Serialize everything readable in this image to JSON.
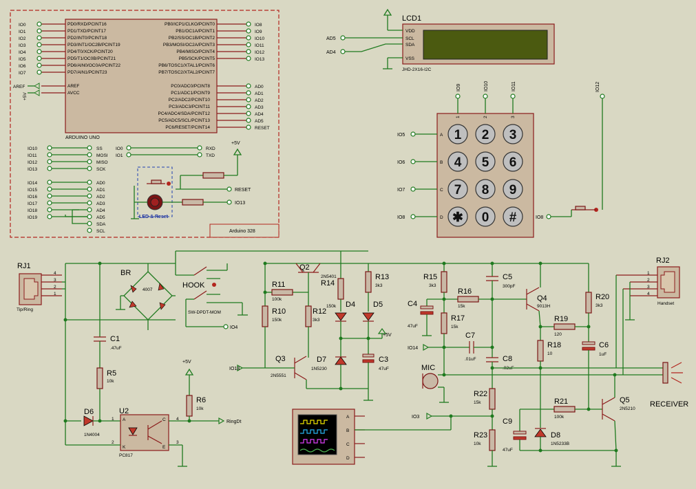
{
  "arduino": {
    "title": "ARDUINO UNO",
    "frame_label": "Arduino 328",
    "left_pins": [
      "PD0/RXD/PCINT16",
      "PD1/TXD/PCINT17",
      "PD2/INT0/PCINT18",
      "PD3/INT1/OC2B/PCINT19",
      "PD4/T0/XCK/PCINT20",
      "PD5/T1/OC0B/PCINT21",
      "PD6/AIN0/OC0A/PCINT22",
      "PD7/AIN1/PCINT23"
    ],
    "left_nets": [
      "IO0",
      "IO1",
      "IO2",
      "IO3",
      "IO4",
      "IO5",
      "IO6",
      "IO7"
    ],
    "right_pins": [
      "PB0/ICP1/CLKO/PCINT0",
      "PB1/OC1A/PCINT1",
      "PB2/SS/OC1B/PCINT2",
      "PB3/MOSI/OC2A/PCINT3",
      "PB4/MISO/PCINT4",
      "PB5/SCK/PCINT5",
      "PB6/TOSC1/XTAL1/PCINT6",
      "PB7/TOSC2/XTAL2/PCINT7"
    ],
    "right_nets": [
      "IO8",
      "IO9",
      "IO10",
      "IO11",
      "IO12",
      "IO13"
    ],
    "aref_pins": [
      "AREF",
      "AVCC"
    ],
    "aref_nets": [
      "AREF",
      "+5V"
    ],
    "analog_pins": [
      "PC0/ADC0/PCINT8",
      "PC1/ADC1/PCINT9",
      "PC2/ADC2/PCINT10",
      "PC3/ADC3/PCINT11",
      "PC4/ADC4/SDA/PCINT12",
      "PC5/ADC5/SCL/PCINT13",
      "PC6/RESET/PCINT14"
    ],
    "analog_nets": [
      "AD0",
      "AD1",
      "AD2",
      "AD3",
      "AD4",
      "AD5",
      "RESET"
    ]
  },
  "spi_map": {
    "left": [
      "IO10",
      "IO11",
      "IO12",
      "IO13"
    ],
    "right": [
      "SS",
      "MOSI",
      "MISO",
      "SCK"
    ]
  },
  "serial_map": {
    "left": [
      "IO0",
      "IO1"
    ],
    "right": [
      "RXD",
      "TXD"
    ]
  },
  "analog_map": {
    "left": [
      "IO14",
      "IO15",
      "IO16",
      "IO17",
      "IO18",
      "IO19"
    ],
    "right": [
      "AD0",
      "AD1",
      "AD2",
      "AD3",
      "AD4",
      "AD5",
      "SDA",
      "SCL"
    ]
  },
  "reset_circuit": {
    "supply": "+5V",
    "reset_net": "RESET",
    "led_net": "IO13",
    "caption": "LED & Reset"
  },
  "lcd": {
    "ref": "LCD1",
    "pins": [
      "VDD",
      "SCL",
      "SDA",
      "VSS"
    ],
    "nets": [
      "AD5",
      "AD4"
    ],
    "model": "JHD-2X16-I2C"
  },
  "keypad": {
    "col_nets": [
      "IO9",
      "IO10",
      "IO11"
    ],
    "col_nums": [
      "1",
      "2",
      "3"
    ],
    "row_nets": [
      "IO5",
      "IO6",
      "IO7",
      "IO8"
    ],
    "row_letters": [
      "A",
      "B",
      "C",
      "D"
    ],
    "keys": [
      "1",
      "2",
      "3",
      "4",
      "5",
      "6",
      "7",
      "8",
      "9",
      "✱",
      "0",
      "#"
    ],
    "extra_nets": [
      "IO12",
      "IO8"
    ]
  },
  "phone_line": {
    "rj1": {
      "ref": "RJ1",
      "label": "Tip/Ring",
      "pins": [
        "4",
        "3",
        "2",
        "1"
      ]
    },
    "rj2": {
      "ref": "RJ2",
      "label": "Handset",
      "pins": [
        "1",
        "2",
        "3",
        "4"
      ]
    },
    "bridge": {
      "ref": "BR",
      "value": "4007"
    },
    "hook": {
      "ref": "HOOK",
      "model": "SW-DPDT-MOM",
      "net": "IO4"
    },
    "c1": {
      "ref": "C1",
      "value": ".47uF"
    },
    "r5": {
      "ref": "R5",
      "value": "10k"
    },
    "d6": {
      "ref": "D6",
      "value": "1N4004"
    },
    "u2": {
      "ref": "U2",
      "model": "PC817",
      "pins": [
        "A",
        "K",
        "C",
        "E",
        "1",
        "2",
        "3",
        "4"
      ]
    },
    "r6": {
      "ref": "R6",
      "value": "10k",
      "supply": "+5V",
      "net": "RingDt"
    }
  },
  "audio": {
    "q2": {
      "ref": "Q2",
      "value": "2N5401"
    },
    "r11": {
      "ref": "R11",
      "value": "100k"
    },
    "r10": {
      "ref": "R10",
      "value": "150k"
    },
    "r12": {
      "ref": "R12",
      "value": "3k3"
    },
    "r14": {
      "ref": "R14",
      "value": "150k"
    },
    "q3": {
      "ref": "Q3",
      "value": "2N5551",
      "net": "IO13"
    },
    "d4": {
      "ref": "D4"
    },
    "d5": {
      "ref": "D5"
    },
    "r13": {
      "ref": "R13",
      "value": "3k3"
    },
    "d7": {
      "ref": "D7",
      "value": "1N5230"
    },
    "c3": {
      "ref": "C3",
      "value": "47uF"
    },
    "supply": "+5V",
    "r15": {
      "ref": "R15",
      "value": "3k3"
    },
    "c4": {
      "ref": "C4",
      "value": "47uF"
    },
    "r16": {
      "ref": "R16",
      "value": "15k"
    },
    "r17": {
      "ref": "R17",
      "value": "15k"
    },
    "c5": {
      "ref": "C5",
      "value": "300pF"
    },
    "c7": {
      "ref": "C7",
      "value": ".01uF",
      "net": "IO14"
    },
    "c8": {
      "ref": "C8",
      "value": ".02uF"
    },
    "q4": {
      "ref": "Q4",
      "value": "9013H"
    },
    "r19": {
      "ref": "R19",
      "value": "120"
    },
    "r18": {
      "ref": "R18",
      "value": "10"
    },
    "r20": {
      "ref": "R20",
      "value": "3k3"
    },
    "c6": {
      "ref": "C6",
      "value": "1uF"
    },
    "mic": {
      "ref": "MIC"
    },
    "r22": {
      "ref": "R22",
      "value": "15k"
    },
    "r23": {
      "ref": "R23",
      "value": "10k"
    },
    "c9": {
      "ref": "C9",
      "value": "47uF"
    },
    "d8": {
      "ref": "D8",
      "value": "1N5233B"
    },
    "r21": {
      "ref": "R21",
      "value": "100k"
    },
    "q5": {
      "ref": "Q5",
      "value": "2N5210"
    },
    "receiver": "RECEIVER",
    "scope_channels": [
      "A",
      "B",
      "C",
      "D"
    ],
    "scope_net": "IO3"
  },
  "colors": {
    "background": "#d9d8c3",
    "wire": "#1f7a1f",
    "part": "#8b1a1a",
    "fill": "#cbb9a1",
    "lcd": "#4b5a10"
  }
}
